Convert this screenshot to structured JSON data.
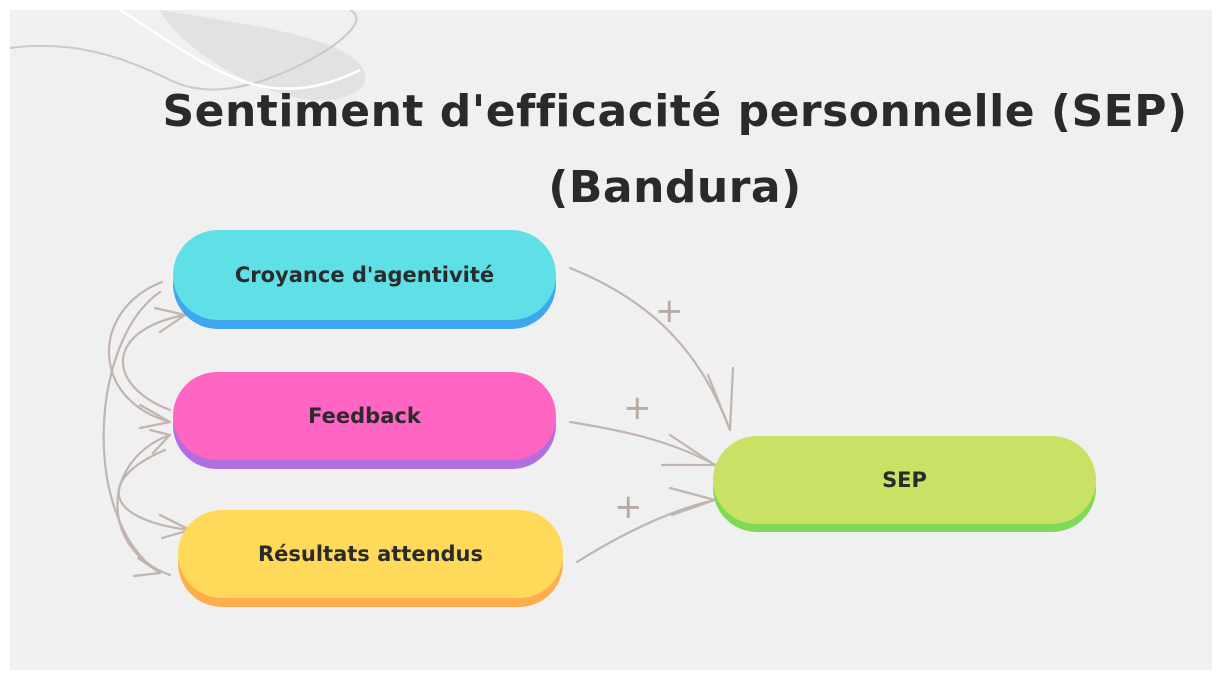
{
  "title": {
    "line1": "Sentiment d'efficacité personnelle (SEP)",
    "line2": "(Bandura)"
  },
  "nodes": {
    "croyance": "Croyance d'agentivité",
    "feedback": "Feedback",
    "resultats": "Résultats attendus",
    "sep": "SEP"
  },
  "edge_labels": {
    "croyance_to_sep": "+",
    "feedback_to_sep": "+",
    "resultats_to_sep": "+"
  },
  "colors": {
    "background": "#f0f0f0",
    "croyance": "#5ee0e6",
    "feedback": "#ff66c4",
    "resultats": "#ffd959",
    "sep": "#c9e265",
    "connector": "#c2b4ae",
    "title": "#2a2a2a"
  }
}
